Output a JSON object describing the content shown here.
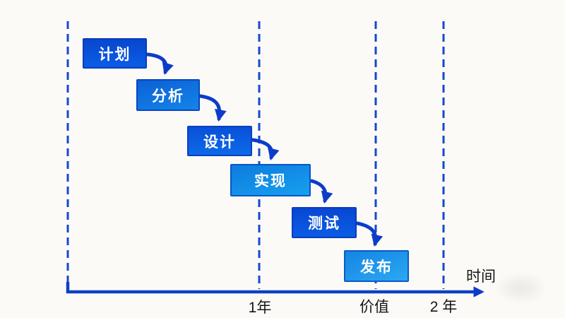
{
  "diagram": {
    "type": "waterfall-process",
    "phases": [
      {
        "label": "计划"
      },
      {
        "label": "分析"
      },
      {
        "label": "设计"
      },
      {
        "label": "实现"
      },
      {
        "label": "测试"
      },
      {
        "label": "发布"
      }
    ],
    "axis": {
      "label": "时间",
      "ticks": [
        {
          "label": "1年"
        },
        {
          "label": "价值"
        },
        {
          "label": "2 年"
        }
      ]
    },
    "colors": {
      "background": "#fbfaf7",
      "line_blue": "#0d40c6",
      "dash_blue": "#1548cd",
      "arrow_blue": "#0c3cc9",
      "box_border": "#0a3cba",
      "box_fills": [
        "#0b5de6",
        "#1484e9",
        "#0d6ae8",
        "#17a0ef",
        "#0b5ce4",
        "#2ba8f1"
      ],
      "box_text": "#ffffff",
      "label_text": "#151515"
    }
  }
}
